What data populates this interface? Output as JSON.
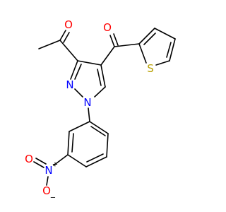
{
  "molecule": {
    "atoms": {
      "o_acetyl": {
        "symbol": "O",
        "color": "#ff0000"
      },
      "o_ketone": {
        "symbol": "O",
        "color": "#ff0000"
      },
      "s_thiophene": {
        "symbol": "S",
        "color": "#b8a000"
      },
      "n2_pyrazole": {
        "symbol": "N",
        "color": "#0000ff"
      },
      "n1_pyrazole": {
        "symbol": "N",
        "color": "#0000ff"
      },
      "n_nitro": {
        "symbol": "N",
        "color": "#0000ff",
        "charge": "+"
      },
      "o_nitro_double": {
        "symbol": "O",
        "color": "#ff0000"
      },
      "o_nitro_minus": {
        "symbol": "O",
        "color": "#ff0000",
        "charge": "−"
      }
    },
    "bond_color": "#000000"
  }
}
